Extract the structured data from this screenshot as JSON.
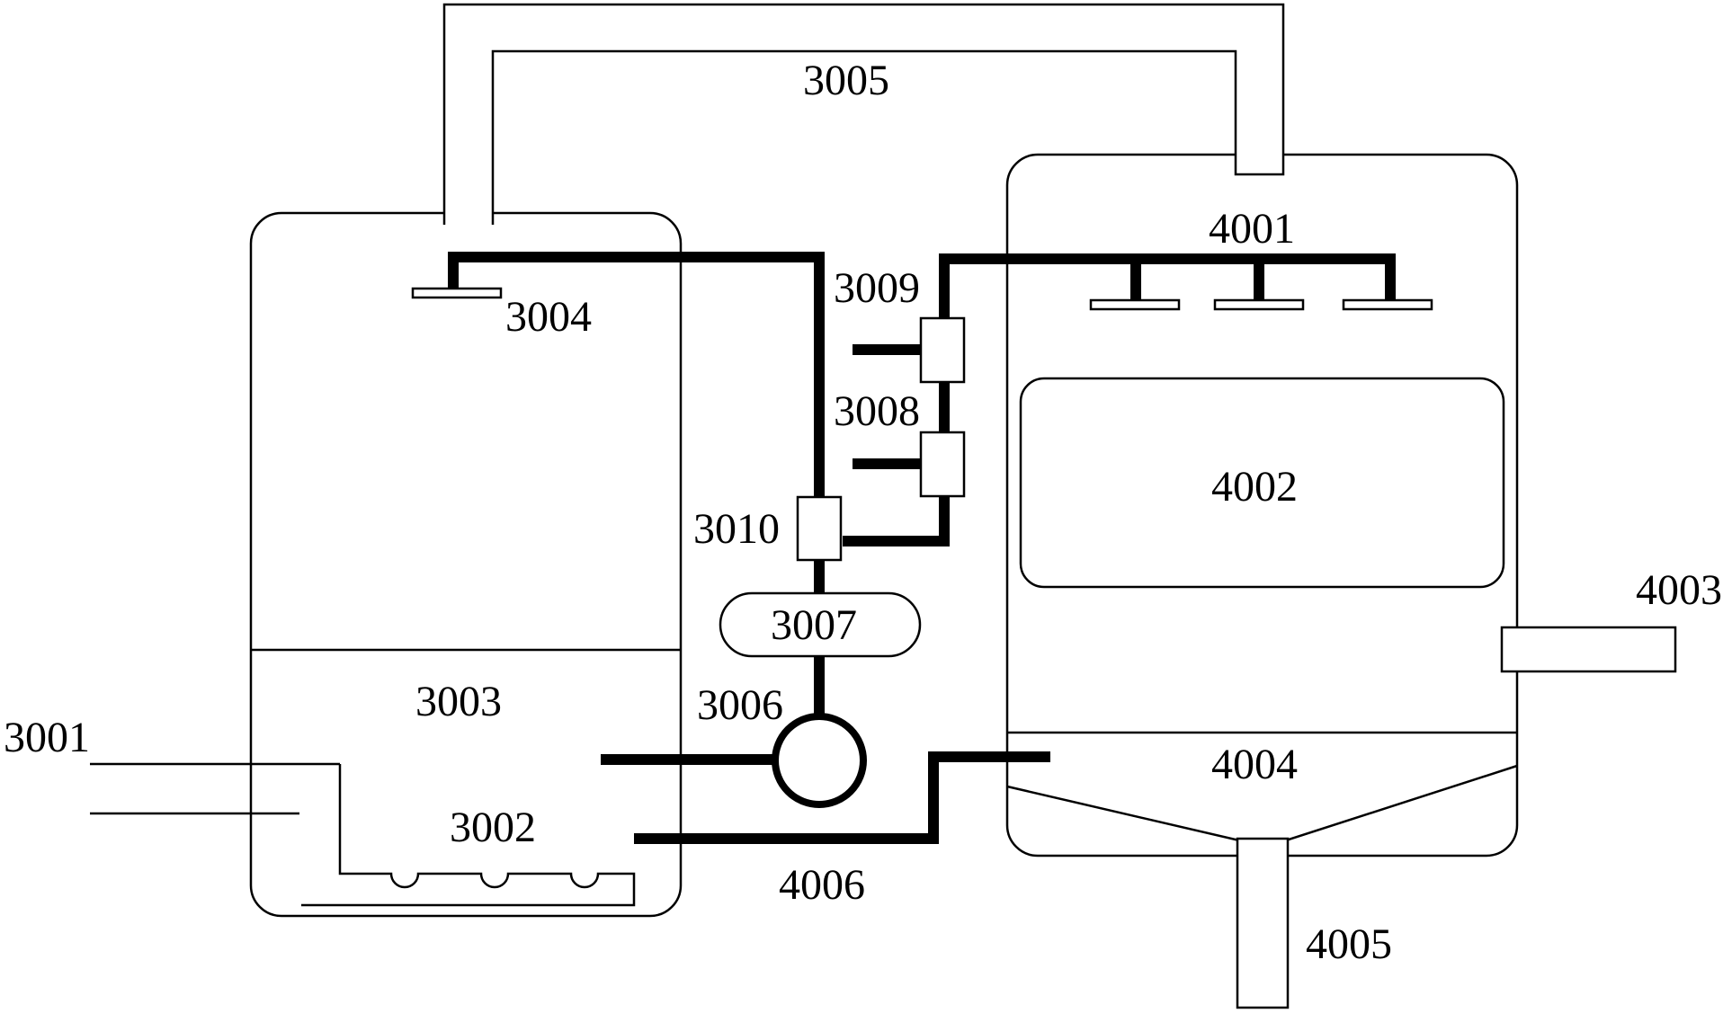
{
  "labels": {
    "l3001": "3001",
    "l3002": "3002",
    "l3003": "3003",
    "l3004": "3004",
    "l3005": "3005",
    "l3006": "3006",
    "l3007": "3007",
    "l3008": "3008",
    "l3009": "3009",
    "l3010": "3010",
    "l4001": "4001",
    "l4002": "4002",
    "l4003": "4003",
    "l4004": "4004",
    "l4005": "4005",
    "l4006": "4006"
  }
}
